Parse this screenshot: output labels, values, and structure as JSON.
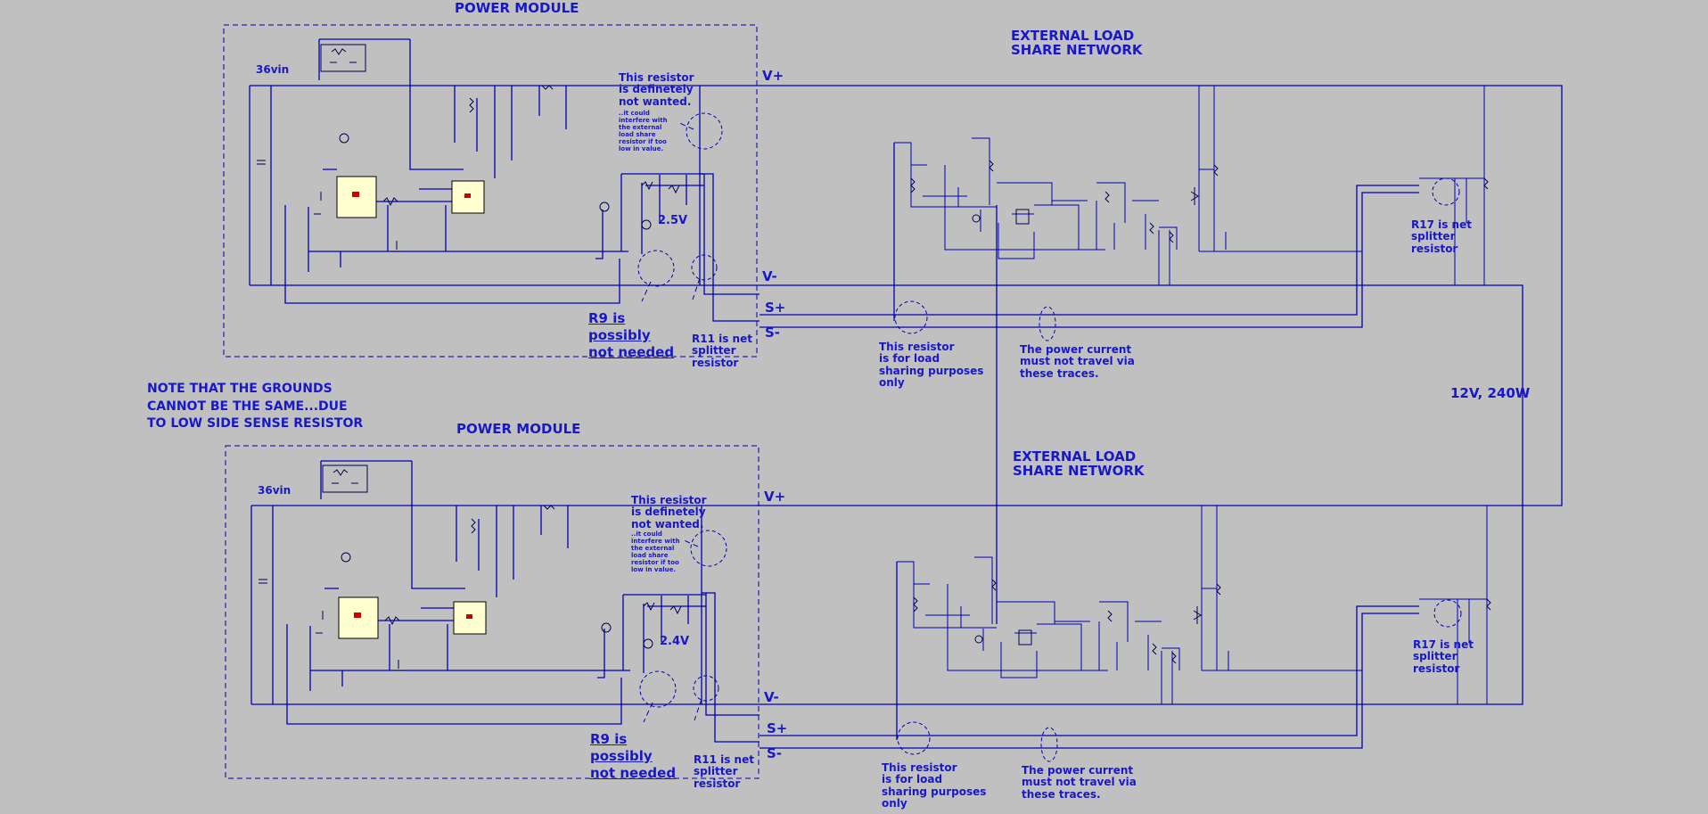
{
  "power_module_label": "POWER MODULE",
  "input_voltage_label": "36vin",
  "external_load_label": "EXTERNAL LOAD\nSHARE NETWORK",
  "node_vplus": "V+",
  "node_vminus": "V-",
  "node_splus": "S+",
  "node_sminus": "S-",
  "resistor_warning_note": "This resistor\nis definetely\nnot wanted.",
  "resistor_warning_detail": "..it could\ninterfere with\nthe external\nload share\nresistor if too\nlow in value.",
  "r9_note": "R9 is\npossibly\nnot needed",
  "r11_note": "R11 is net\nsplitter\nresistor",
  "load_share_note": "This resistor\nis for load\nsharing purposes\nonly",
  "power_current_note": "The power current\nmust not travel via\nthese traces.",
  "r17_note": "R17 is net\nsplitter\nresistor",
  "ground_note": "NOTE THAT THE GROUNDS\nCANNOT BE THE SAME...DUE\nTO LOW SIDE SENSE RESISTOR",
  "output_rating": "12V, 240W",
  "top_module": {
    "ref_voltage": "2.5V"
  },
  "bottom_module": {
    "ref_voltage": "2.4V"
  },
  "colors": {
    "background": "#c0c0c0",
    "wire": "#0000b4",
    "text": "#1818c8",
    "ic_fill": "#ffffd0",
    "ic_logo": "#cc0000"
  }
}
